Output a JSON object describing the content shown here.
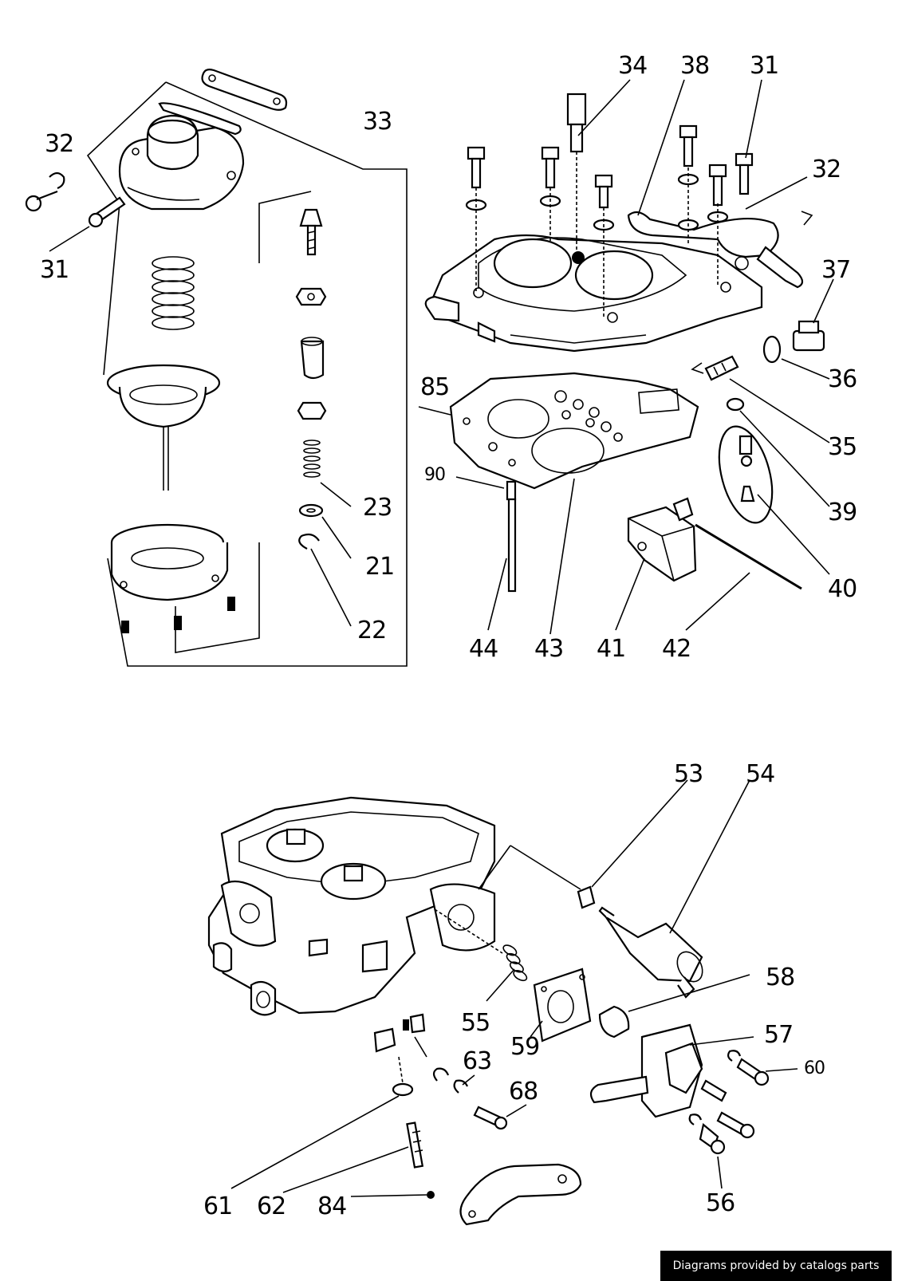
{
  "labels": {
    "l31a": "31",
    "l31b": "31",
    "l32a": "32",
    "l32b": "32",
    "l33": "33",
    "l34": "34",
    "l35": "35",
    "l36": "36",
    "l37": "37",
    "l38": "38",
    "l39": "39",
    "l40": "40",
    "l41": "41",
    "l42": "42",
    "l43": "43",
    "l44": "44",
    "l85": "85",
    "l90": "90",
    "l21": "21",
    "l22": "22",
    "l23": "23",
    "l53": "53",
    "l54": "54",
    "l55": "55",
    "l56": "56",
    "l57": "57",
    "l58": "58",
    "l59": "59",
    "l60": "60",
    "l61": "61",
    "l62": "62",
    "l63": "63",
    "l68": "68",
    "l84": "84"
  },
  "credit": "Diagrams provided by catalogs parts"
}
